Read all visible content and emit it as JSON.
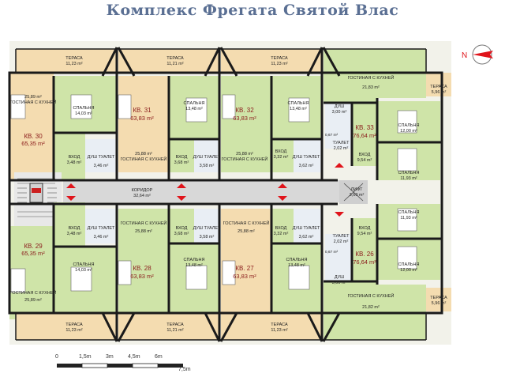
{
  "title": "Комплекс Фрегата Святой Влас",
  "corridor": {
    "name": "КОРИДОР",
    "area": "32,64 m²"
  },
  "lift": {
    "name": "ЛИФТ",
    "area": "3,60 m²"
  },
  "apartments": [
    {
      "id": "kv30",
      "name": "КВ. 30",
      "area": "65,35 m²"
    },
    {
      "id": "kv31",
      "name": "КВ. 31",
      "area": "63,83 m²"
    },
    {
      "id": "kv32",
      "name": "КВ. 32",
      "area": "63,83 m²"
    },
    {
      "id": "kv33",
      "name": "КВ. 33",
      "area": "76,64 m²"
    },
    {
      "id": "kv29",
      "name": "КВ. 29",
      "area": "65,35 m²"
    },
    {
      "id": "kv28",
      "name": "КВ. 28",
      "area": "63,83 m²"
    },
    {
      "id": "kv27",
      "name": "КВ. 27",
      "area": "63,83 m²"
    },
    {
      "id": "kv26",
      "name": "КВ. 26",
      "area": "76,64 m²"
    }
  ],
  "rooms": {
    "top_terrace_1": {
      "name": "ТЕРАСА",
      "area": "11,23 m²"
    },
    "top_terrace_2": {
      "name": "ТЕРАСА",
      "area": "11,21 m²"
    },
    "top_terrace_3": {
      "name": "ТЕРАСА",
      "area": "11,23 m²"
    },
    "kv30_living": {
      "name": "ГОСТИНАЯ С КУХНЕЙ",
      "area": "25,89 m²"
    },
    "kv30_bed": {
      "name": "СПАЛЬНЯ",
      "area": "14,03 m²"
    },
    "kv30_hall": {
      "name": "ВХОД",
      "area": "3,48 m²"
    },
    "kv30_wc": {
      "name": "ДУШ ТУАЛЕТ",
      "area": "3,46 m²"
    },
    "kv31_living": {
      "name": "ГОСТИНАЯ С КУХНЕЙ",
      "area": "25,88 m²"
    },
    "kv31_bed": {
      "name": "СПАЛЬНЯ",
      "area": "13,48 m²"
    },
    "kv31_hall": {
      "name": "ВХОД",
      "area": "3,68 m²"
    },
    "kv31_wc": {
      "name": "ДУШ ТУАЛЕТ",
      "area": "3,58 m²"
    },
    "kv32_living": {
      "name": "ГОСТИНАЯ С КУХНЕЙ",
      "area": "25,88 m²"
    },
    "kv32_bed": {
      "name": "СПАЛЬНЯ",
      "area": "13,48 m²"
    },
    "kv32_hall": {
      "name": "ВХОД",
      "area": "3,32 m²"
    },
    "kv32_wc": {
      "name": "ДУШ ТУАЛЕТ",
      "area": "3,62 m²"
    },
    "kv33_living": {
      "name": "ГОСТИНАЯ С КУХНЕЙ",
      "area": "21,83 m²"
    },
    "kv33_terrace": {
      "name": "ТЕРАСА",
      "area": "5,96 m²"
    },
    "kv33_shower": {
      "name": "ДУШ",
      "area": "3,00 m²"
    },
    "kv33_wc": {
      "name": "ТУАЛЕТ",
      "area": "2,02 m²"
    },
    "kv33_small": {
      "area": "0,67 m²"
    },
    "kv33_hall": {
      "name": "ВХОД",
      "area": "9,54 m²"
    },
    "kv33_bed1": {
      "name": "СПАЛЬНЯ",
      "area": "12,00 m²"
    },
    "kv33_bed2": {
      "name": "СПАЛЬНЯ",
      "area": "11,93 m²"
    },
    "kv29_living": {
      "name": "ГОСТИНАЯ С КУХНЕЙ",
      "area": "25,89 m²"
    },
    "kv29_bed": {
      "name": "СПАЛЬНЯ",
      "area": "14,03 m²"
    },
    "kv29_hall": {
      "name": "ВХОД",
      "area": "3,48 m²"
    },
    "kv29_wc": {
      "name": "ДУШ ТУАЛЕТ",
      "area": "3,46 m²"
    },
    "kv28_living": {
      "name": "ГОСТИНАЯ С КУХНЕЙ",
      "area": "25,88 m²"
    },
    "kv28_bed": {
      "name": "СПАЛЬНЯ",
      "area": "13,48 m²"
    },
    "kv28_hall": {
      "name": "ВХОД",
      "area": "3,68 m²"
    },
    "kv28_wc": {
      "name": "ДУШ ТУАЛЕТ",
      "area": "3,58 m²"
    },
    "kv27_living": {
      "name": "ГОСТИНАЯ С КУХНЕЙ",
      "area": "25,88 m²"
    },
    "kv27_bed": {
      "name": "СПАЛЬНЯ",
      "area": "13,48 m²"
    },
    "kv27_hall": {
      "name": "ВХОД",
      "area": "3,32 m²"
    },
    "kv27_wc": {
      "name": "ДУШ ТУАЛЕТ",
      "area": "3,62 m²"
    },
    "kv26_living": {
      "name": "ГОСТИНАЯ С КУХНЕЙ",
      "area": "21,82 m²"
    },
    "kv26_terrace": {
      "name": "ТЕРАСА",
      "area": "5,96 m²"
    },
    "kv26_shower": {
      "name": "ДУШ",
      "area": "3,00 m²"
    },
    "kv26_wc": {
      "name": "ТУАЛЕТ",
      "area": "2,02 m²"
    },
    "kv26_small": {
      "area": "0,67 m²"
    },
    "kv26_hall": {
      "name": "ВХОД",
      "area": "9,54 m²"
    },
    "kv26_bed1": {
      "name": "СПАЛЬНЯ",
      "area": "12,00 m²"
    },
    "kv26_bed2": {
      "name": "СПАЛЬНЯ",
      "area": "11,93 m²"
    },
    "bot_terrace_1": {
      "name": "ТЕРАСА",
      "area": "11,23 m²"
    },
    "bot_terrace_2": {
      "name": "ТЕРАСА",
      "area": "11,21 m²"
    },
    "bot_terrace_3": {
      "name": "ТЕРАСА",
      "area": "11,23 m²"
    }
  },
  "scale": {
    "labels": [
      "0",
      "1,5m",
      "3m",
      "4,5m",
      "6m",
      "7,5m"
    ]
  },
  "compass": {
    "label": "N"
  },
  "colors": {
    "green": "#cfe4a8",
    "beige": "#f4dcb0",
    "wall": "#1a1a1a",
    "wet": "#e9eef4",
    "corridor": "#d8d8d8",
    "arrow": "#e0141b"
  }
}
